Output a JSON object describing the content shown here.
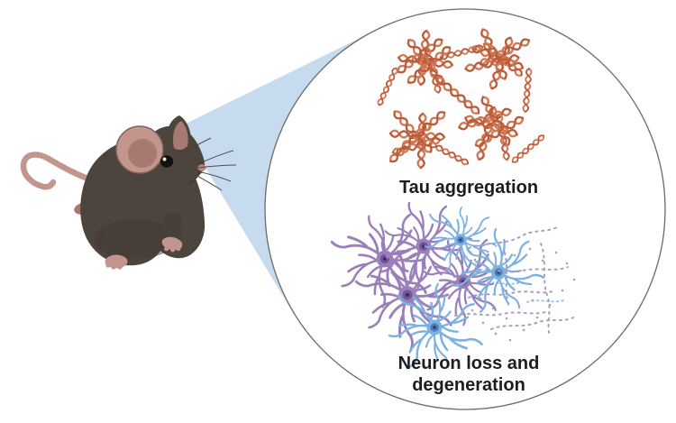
{
  "figure": {
    "labels": {
      "tau": "Tau aggregation",
      "neuron_line1": "Neuron loss and",
      "neuron_line2": "degeneration"
    },
    "illustrations": {
      "animal": "laboratory-mouse",
      "magnifier": "zoom-cone-from-mouse-head",
      "inset": "magnified-circle",
      "top_panel": "tau-protein-tangles",
      "bottom_panel": "degenerating-purple-and-blue-neurons-with-debris"
    },
    "colors": {
      "background": "#ffffff",
      "cone_blue": "#c6dcee",
      "circle_stroke": "#6a6a6a",
      "tau_orange": "#d07a55",
      "tau_orange_dark": "#bb5c3b",
      "neuron_purple": "#9a7fba",
      "neuron_purple_dark": "#6b4f91",
      "neuron_blue": "#7cb1e2",
      "neuron_blue_dark": "#3f76b4",
      "debris_gray_purple": "#a89fc0",
      "mouse_body": "#4c443d",
      "mouse_body_shade": "#3f3832",
      "mouse_pink": "#c2958d",
      "mouse_pink_dark": "#a87970",
      "label_text": "#1d1d1d"
    }
  }
}
